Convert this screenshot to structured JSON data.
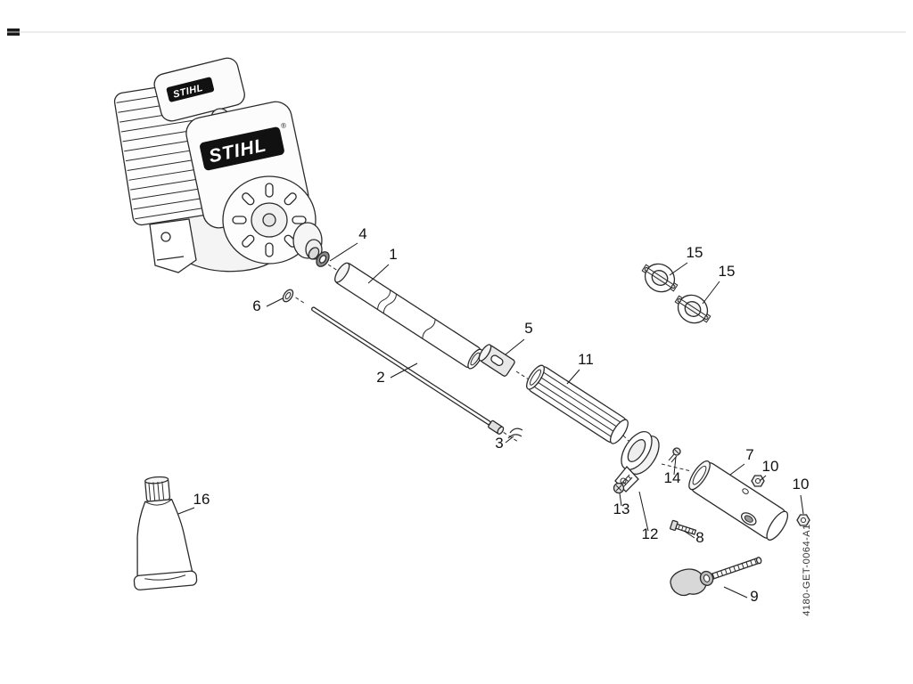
{
  "diagram": {
    "brand_logo_large": "STIHL",
    "brand_logo_small": "STIHL",
    "registered_mark": "®",
    "drawing_number": "4180-GET-0064-A1",
    "callouts": [
      {
        "part": "4"
      },
      {
        "part": "1"
      },
      {
        "part": "6"
      },
      {
        "part": "2"
      },
      {
        "part": "5"
      },
      {
        "part": "11"
      },
      {
        "part": "15"
      },
      {
        "part": "15"
      },
      {
        "part": "3"
      },
      {
        "part": "13"
      },
      {
        "part": "12"
      },
      {
        "part": "14"
      },
      {
        "part": "7"
      },
      {
        "part": "10"
      },
      {
        "part": "10"
      },
      {
        "part": "8"
      },
      {
        "part": "9"
      },
      {
        "part": "16"
      }
    ]
  }
}
